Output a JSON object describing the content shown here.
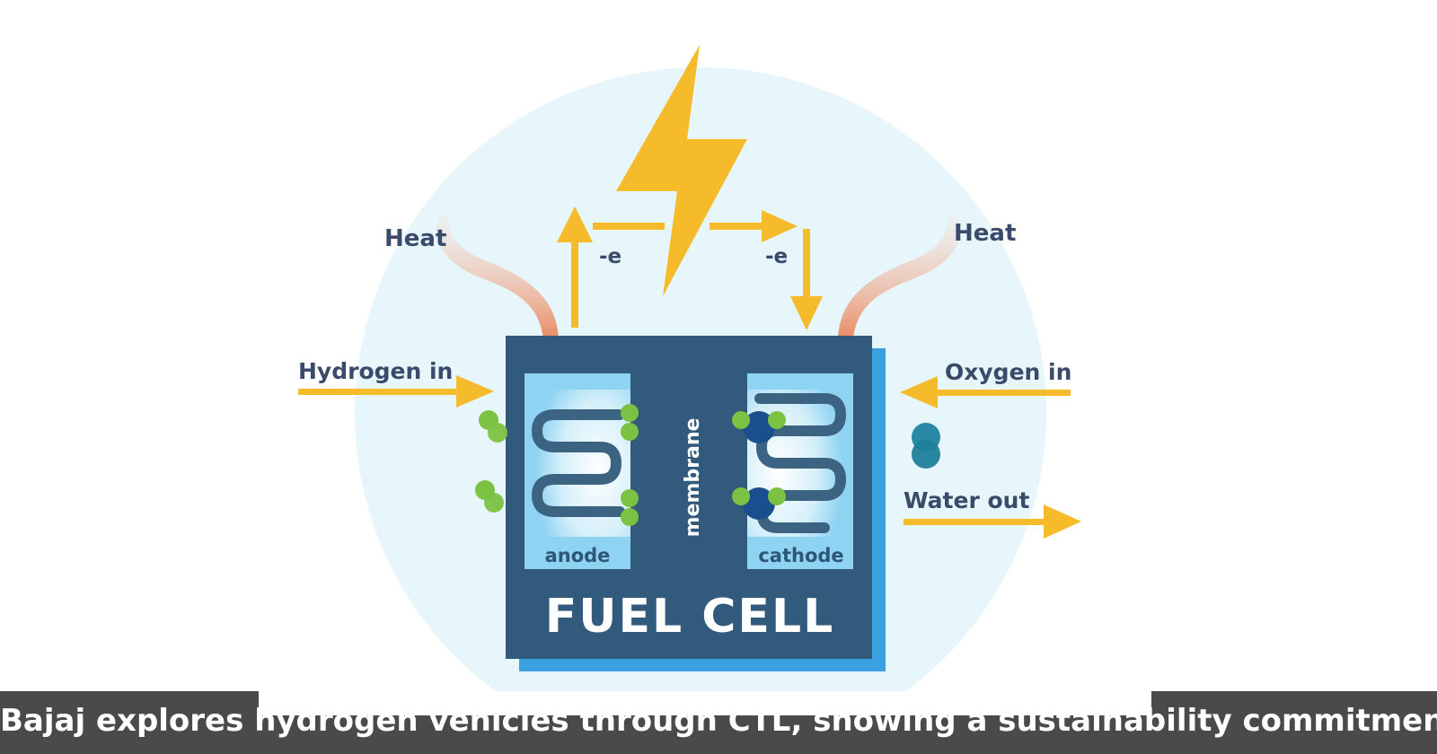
{
  "labels": {
    "heat_left": "Heat",
    "heat_right": "Heat",
    "electron_left": "-e",
    "electron_right": "-e",
    "hydrogen_in": "Hydrogen in",
    "oxygen_in": "Oxygen in",
    "water_out": "Water out",
    "membrane": "membrane",
    "anode": "anode",
    "cathode": "cathode",
    "fuel_cell": "FUEL CELL"
  },
  "caption": "Bajaj explores hydrogen vehicles through CTL, showing a sustainability commitment",
  "icons": [
    "lightning-bolt-icon",
    "heat-wave-icon",
    "arrow-icon",
    "molecule-icon"
  ],
  "colors": {
    "background_circle": "#e6f6fa",
    "cell_body": "#325a7c",
    "cell_shadow": "#3aa0e0",
    "electrode": "#8fd3f2",
    "arrow": "#f6bb2b",
    "hydrogen": "#7cc242",
    "oxygen": "#1a4f8f",
    "water": "#2a8aa6",
    "heat": "#e89a7a",
    "text": "#3a4a6a",
    "caption_bar": "#4a4a4a"
  }
}
